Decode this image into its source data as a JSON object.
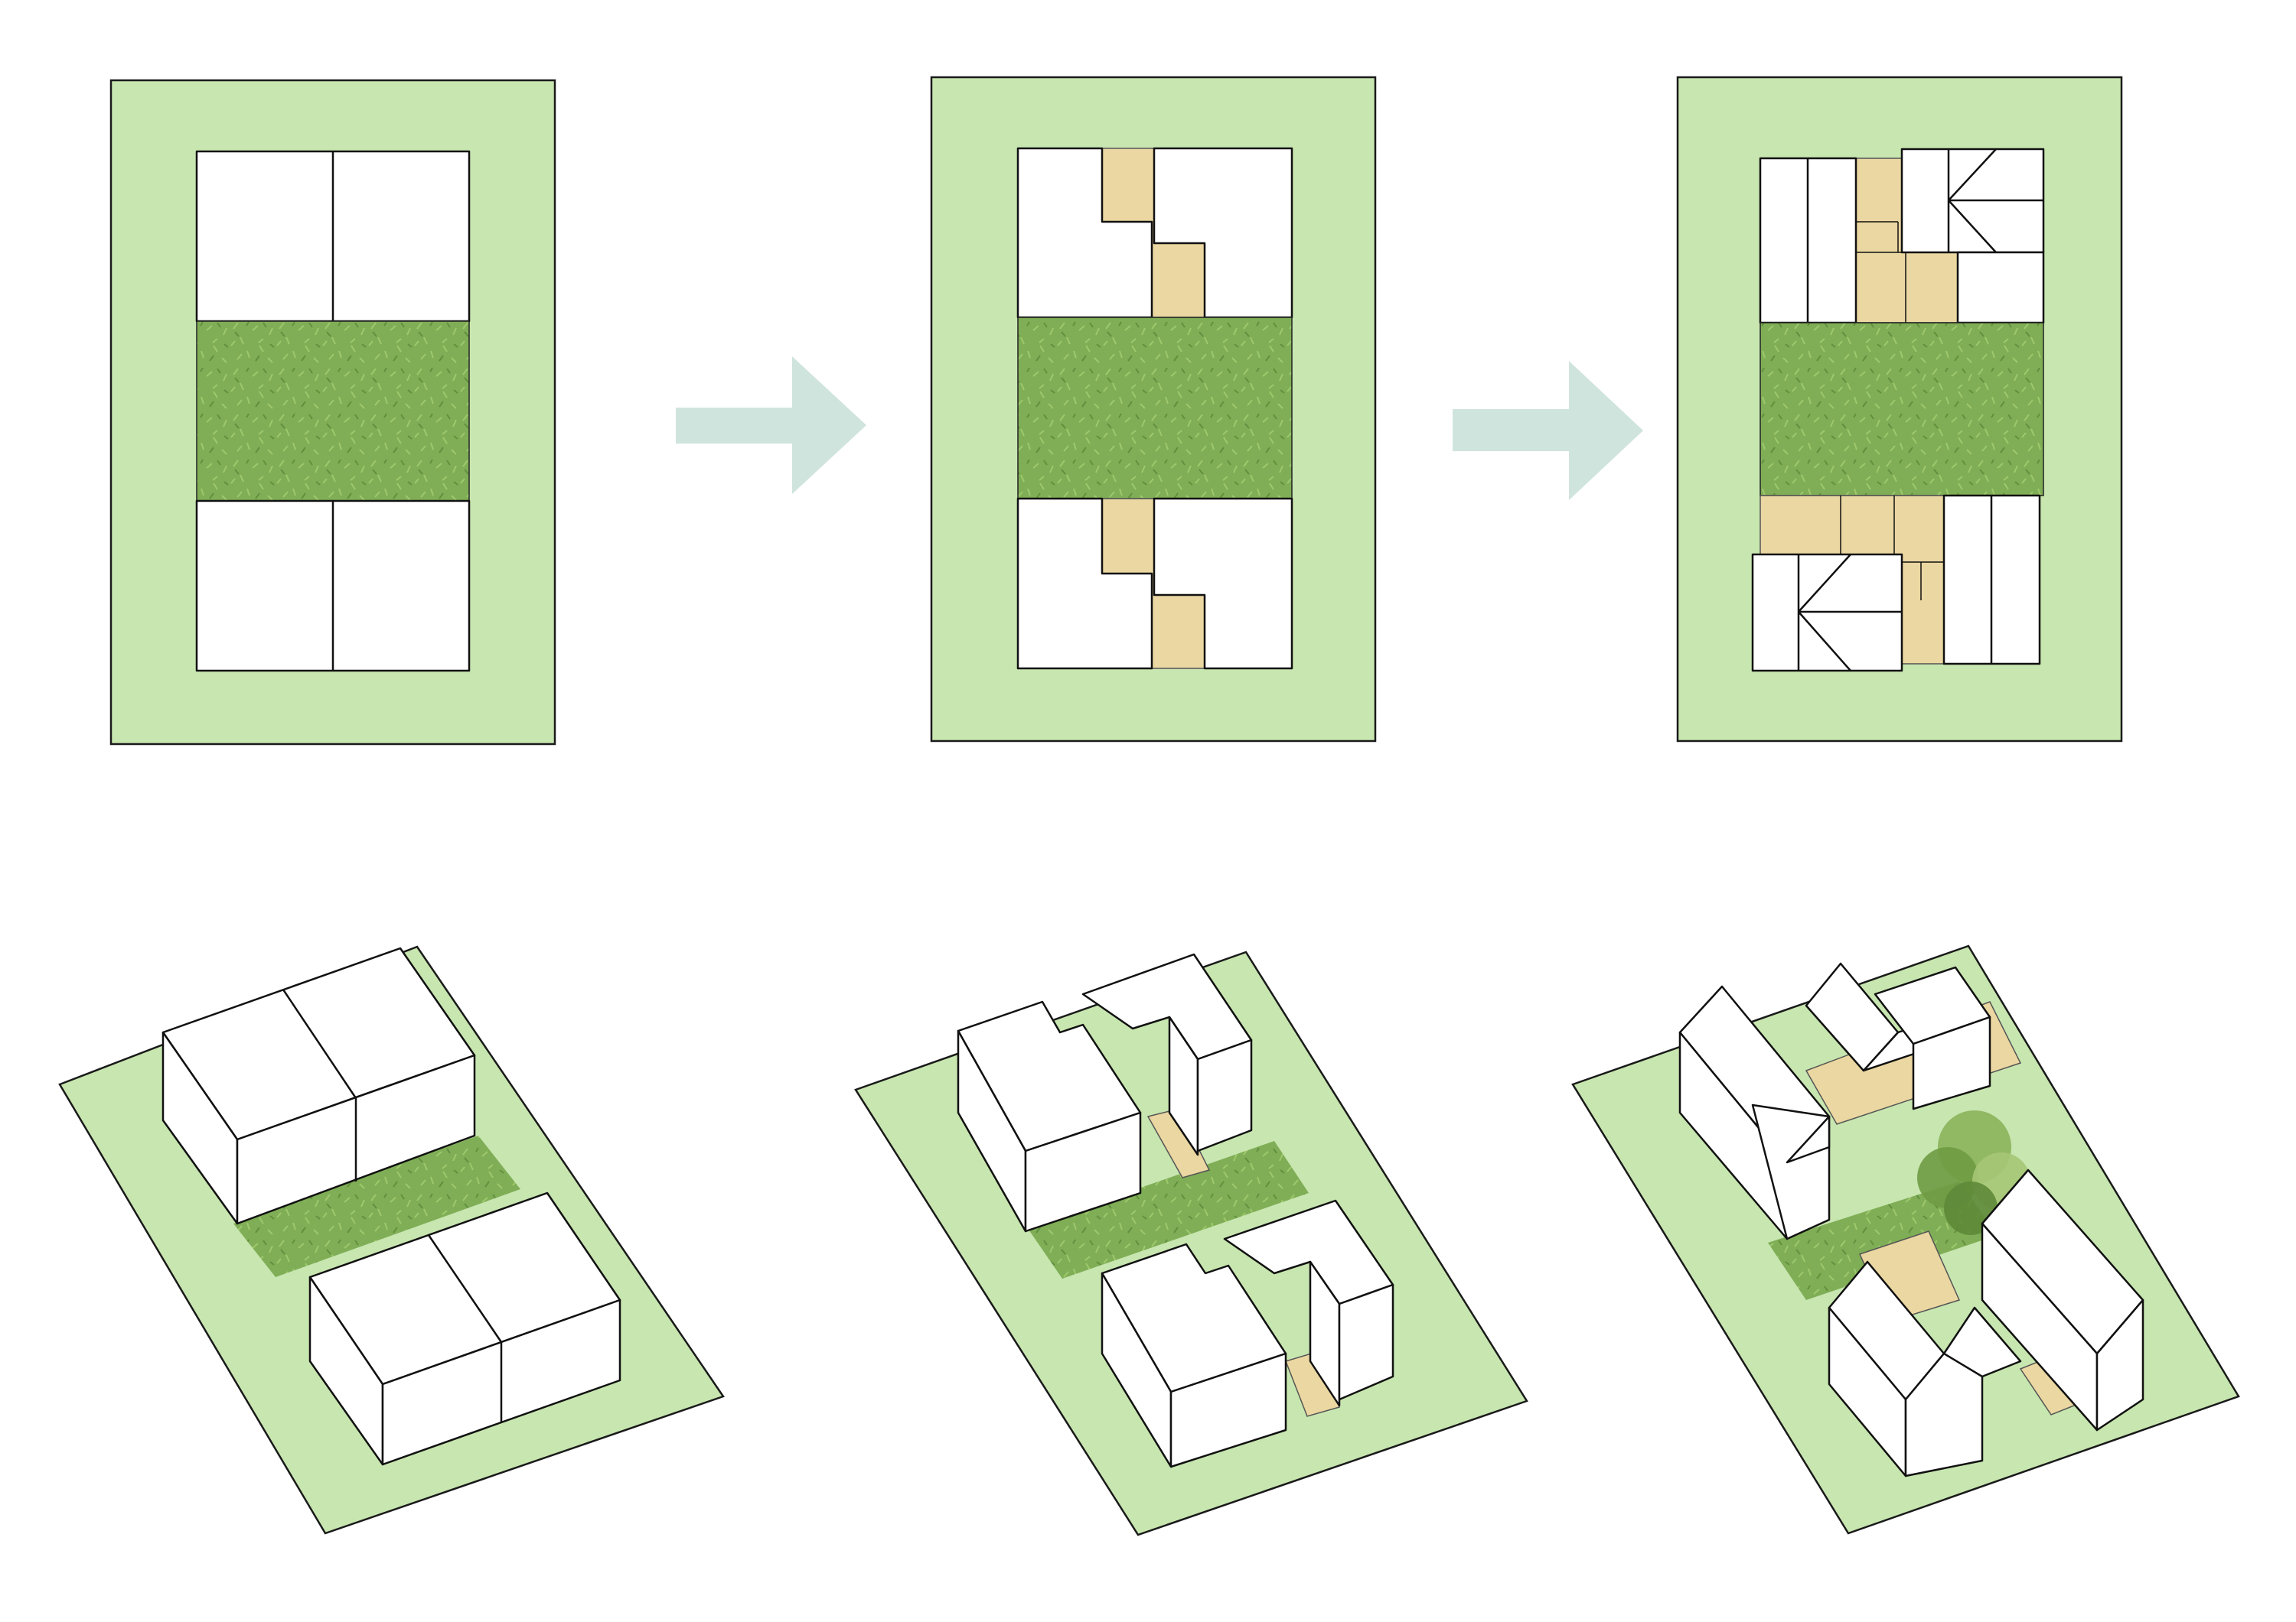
{
  "diagram": {
    "colors": {
      "site": "#c8e6b0",
      "courtyard": "#7fae56",
      "yard": "#ebd7a1",
      "building": "#ffffff",
      "arrow": "#cfe4dc"
    },
    "steps": [
      {
        "id": "step-1",
        "plan": "two-block",
        "axonometric": "two-block"
      },
      {
        "id": "step-2",
        "plan": "stepped-blocks-with-yards",
        "axonometric": "stepped-blocks-with-yards"
      },
      {
        "id": "step-3",
        "plan": "pitched-roof-houses",
        "axonometric": "pitched-roof-houses-with-tree"
      }
    ],
    "arrows": [
      "arrow-right-icon",
      "arrow-right-icon"
    ]
  }
}
